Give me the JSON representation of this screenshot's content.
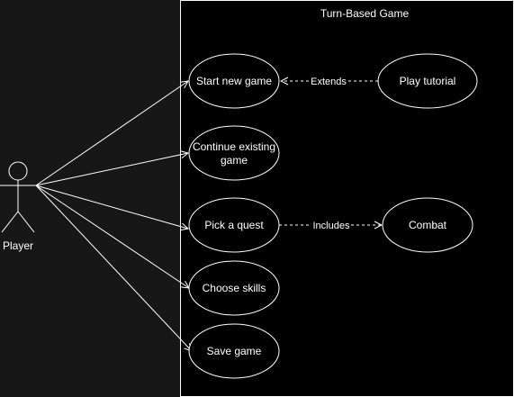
{
  "system": {
    "title": "Turn-Based Game"
  },
  "actor": {
    "label": "Player"
  },
  "use_cases": [
    {
      "id": "start",
      "lines": [
        "Start new game"
      ]
    },
    {
      "id": "continue",
      "lines": [
        "Continue existing",
        "game"
      ]
    },
    {
      "id": "quest",
      "lines": [
        "Pick a quest"
      ]
    },
    {
      "id": "skills",
      "lines": [
        "Choose skills"
      ]
    },
    {
      "id": "save",
      "lines": [
        "Save game"
      ]
    },
    {
      "id": "tutorial",
      "lines": [
        "Play tutorial"
      ]
    },
    {
      "id": "combat",
      "lines": [
        "Combat"
      ]
    }
  ],
  "relations": [
    {
      "from": "tutorial",
      "to": "start",
      "label": "Extends"
    },
    {
      "from": "quest",
      "to": "combat",
      "label": "Includes"
    }
  ],
  "associations": [
    "start",
    "continue",
    "quest",
    "skills",
    "save"
  ],
  "colors": {
    "background": "#171717",
    "system_fill": "#000000",
    "line": "#ffffff",
    "text": "#ffffff"
  }
}
